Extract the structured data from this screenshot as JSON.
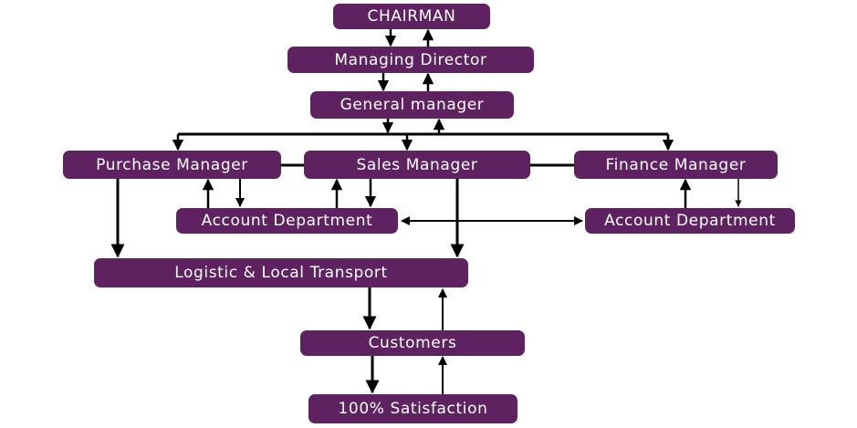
{
  "nodes": {
    "chairman": "CHAIRMAN",
    "managing_director": "Managing Director",
    "general_manager": "General manager",
    "purchase_manager": "Purchase Manager",
    "sales_manager": "Sales Manager",
    "finance_manager": "Finance Manager",
    "account_department_left": "Account Department",
    "account_department_right": "Account Department",
    "logistic": "Logistic & Local Transport",
    "customers": "Customers",
    "satisfaction": "100% Satisfaction"
  },
  "colors": {
    "node_fill": "#5e2260",
    "node_text": "#ffffff",
    "connector": "#000000"
  }
}
